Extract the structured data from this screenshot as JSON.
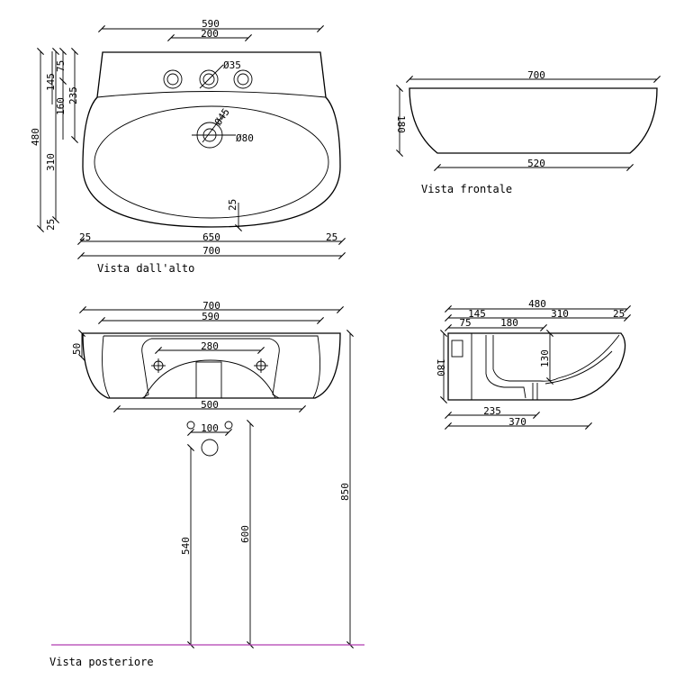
{
  "views": {
    "top": {
      "caption": "Vista dall'alto",
      "dims": {
        "w590": "590",
        "w200": "200",
        "d35": "Ø35",
        "d45": "Ø45",
        "d80": "Ø80",
        "h145": "145",
        "h75": "75",
        "h160": "160",
        "h235": "235",
        "h480": "480",
        "h310": "310",
        "h25a": "25",
        "h25b": "25",
        "w25l": "25",
        "w650": "650",
        "w25r": "25",
        "w700": "700"
      }
    },
    "front": {
      "caption": "Vista frontale",
      "dims": {
        "w700": "700",
        "h180": "180",
        "w520": "520"
      }
    },
    "rear": {
      "caption": "Vista posteriore",
      "dims": {
        "w700": "700",
        "w590": "590",
        "h50": "50",
        "w280": "280",
        "w500": "500",
        "w100": "100",
        "h540": "540",
        "h600": "600",
        "h850": "850"
      }
    },
    "side": {
      "dims": {
        "w480": "480",
        "w145": "145",
        "w310": "310",
        "w25": "25",
        "w75": "75",
        "w180": "180",
        "h180": "180",
        "h130": "130",
        "w235": "235",
        "w370": "370"
      }
    }
  },
  "colors": {
    "line": "#000000",
    "floor": "#b03cb0"
  }
}
